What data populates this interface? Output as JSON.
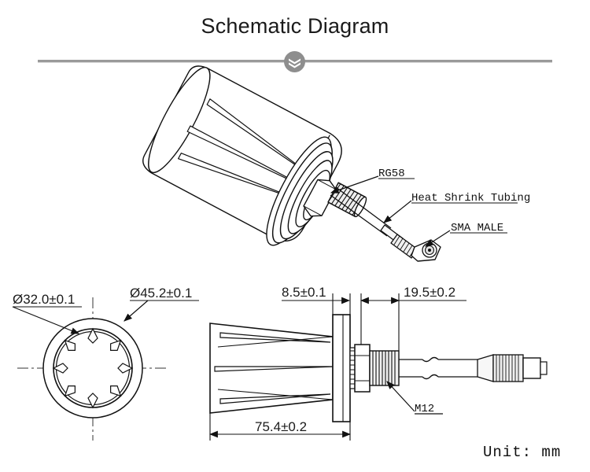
{
  "header": {
    "title": "Schematic Diagram",
    "badge_icon": "stacked-chevrons-icon",
    "divider_color": "#9a9a9a",
    "title_color": "#1a1a1a"
  },
  "callouts": {
    "cable": "RG58",
    "tubing": "Heat Shrink Tubing",
    "connector": "SMA MALE",
    "thread": "M12"
  },
  "dimensions": {
    "inner_diameter": "Ø32.0±0.1",
    "outer_diameter": "Ø45.2±0.1",
    "flange_thickness": "8.5±0.1",
    "thread_length": "19.5±0.2",
    "body_length": "75.4±0.2"
  },
  "footer": {
    "unit_note": "Unit: mm"
  },
  "views": {
    "perspective": "antenna-perspective-view",
    "top": "antenna-top-view",
    "side": "antenna-side-view"
  },
  "style": {
    "line_color": "#111111",
    "center_line_color": "#333333",
    "fill_color": "#ffffff",
    "shade_color": "#d9d9d9"
  }
}
